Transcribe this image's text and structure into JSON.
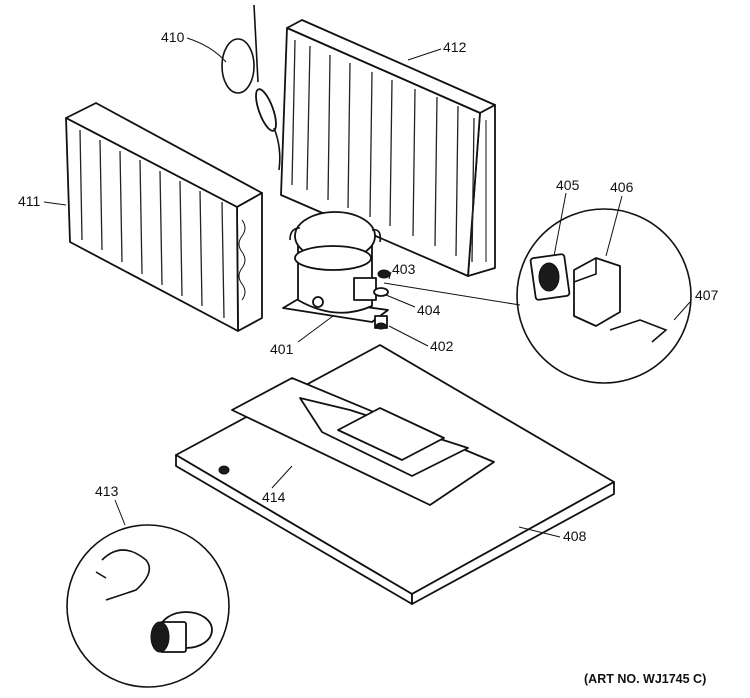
{
  "labels": {
    "p401": "401",
    "p402": "402",
    "p403": "403",
    "p404": "404",
    "p405": "405",
    "p406": "406",
    "p407": "407",
    "p408": "408",
    "p410": "410",
    "p411": "411",
    "p412": "412",
    "p413": "413",
    "p414": "414"
  },
  "art_number": "(ART NO. WJ1745 C)"
}
